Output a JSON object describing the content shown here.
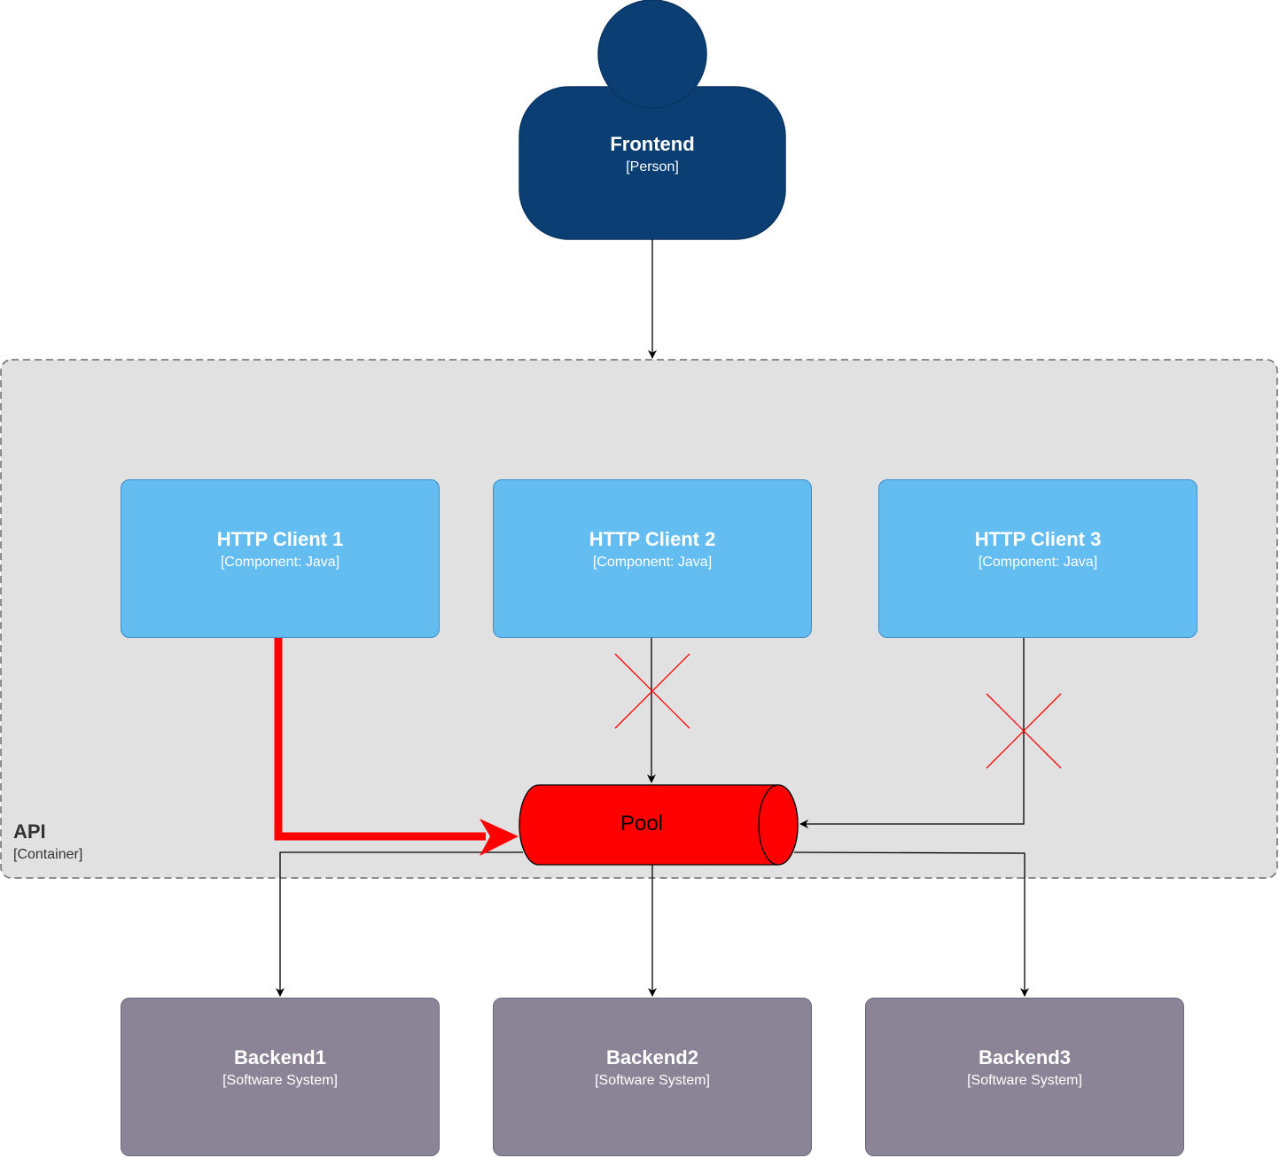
{
  "person": {
    "name": "Frontend",
    "kind": "[Person]"
  },
  "container": {
    "name": "API",
    "kind": "[Container]"
  },
  "components": [
    {
      "name": "HTTP Client 1",
      "kind": "[Component: Java]"
    },
    {
      "name": "HTTP Client 2",
      "kind": "[Component: Java]"
    },
    {
      "name": "HTTP Client 3",
      "kind": "[Component: Java]"
    }
  ],
  "pool": {
    "name": "Pool"
  },
  "systems": [
    {
      "name": "Backend1",
      "kind": "[Software System]"
    },
    {
      "name": "Backend2",
      "kind": "[Software System]"
    },
    {
      "name": "Backend3",
      "kind": "[Software System]"
    }
  ],
  "colors": {
    "person": "#0b3f73",
    "component": "#63bdf1",
    "system": "#8b8496",
    "pool": "#ff0000",
    "container_bg": "#e1e1e1",
    "active_edge": "#ff0000",
    "blocked_marker": "#ff0000"
  },
  "edges": [
    {
      "from": "Frontend",
      "to": "API"
    },
    {
      "from": "HTTP Client 1",
      "to": "Pool",
      "state": "active"
    },
    {
      "from": "HTTP Client 2",
      "to": "Pool",
      "state": "blocked"
    },
    {
      "from": "HTTP Client 3",
      "to": "Pool",
      "state": "blocked"
    },
    {
      "from": "Pool",
      "to": "Backend1"
    },
    {
      "from": "Pool",
      "to": "Backend2"
    },
    {
      "from": "Pool",
      "to": "Backend3"
    }
  ]
}
